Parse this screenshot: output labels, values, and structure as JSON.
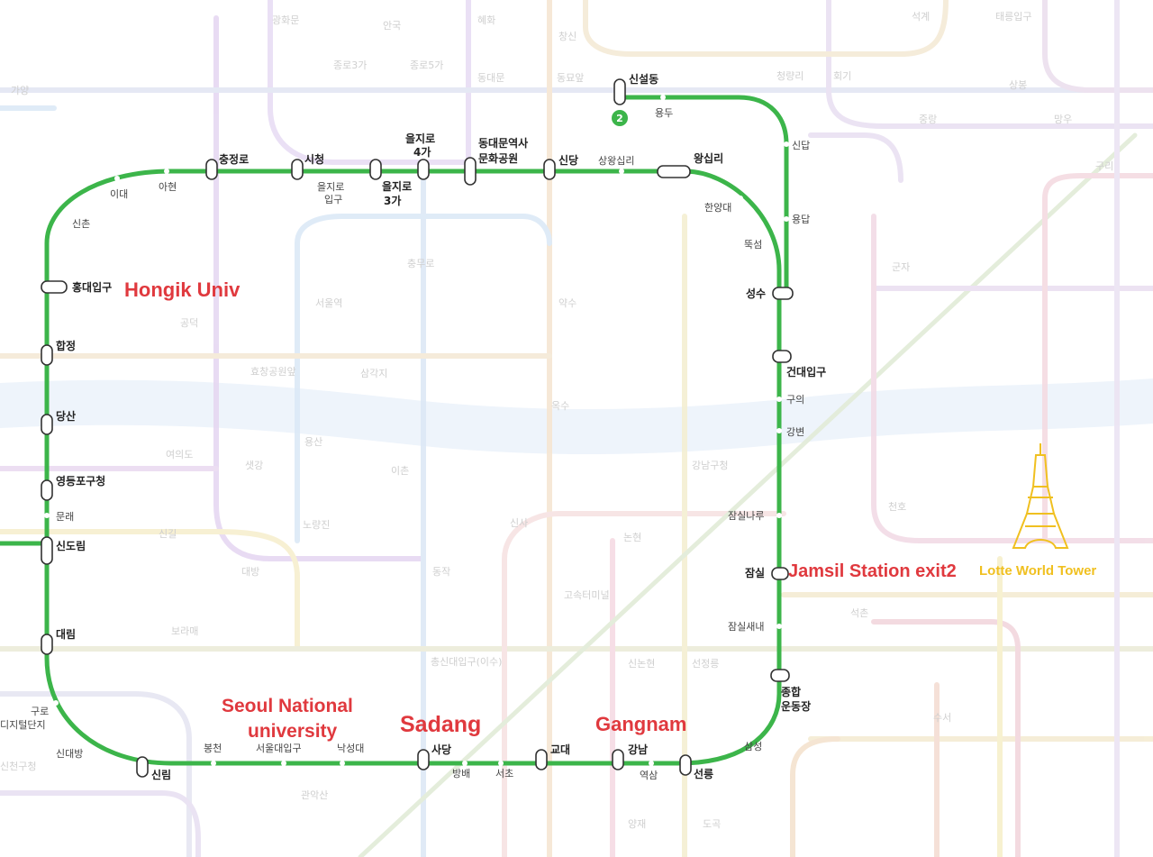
{
  "line": {
    "number": "2",
    "color": "#3cb54a"
  },
  "annotations": {
    "hongik": "Hongik Univ",
    "jamsil": "Jamsil Station exit2",
    "lotte": "Lotte World Tower",
    "snu1": "Seoul National",
    "snu2": "university",
    "sadang": "Sadang",
    "gangnam": "Gangnam",
    "red_color": "#e0393e",
    "yellow_color": "#f0c020"
  },
  "stations": {
    "sinseoldong": "신설동",
    "yongdu": "용두",
    "sindap": "신답",
    "yongdap": "용답",
    "seongsu": "성수",
    "konkuk": "건대입구",
    "guui": "구의",
    "gangbyeon": "강변",
    "jamsilnaru": "잠실나루",
    "jamsil": "잠실",
    "jamsilsaenae": "잠실새내",
    "sports1": "종합",
    "sports2": "운동장",
    "samseong": "삼성",
    "seolleung": "선릉",
    "yeoksam": "역삼",
    "gangnam": "강남",
    "gyodae": "교대",
    "seocho": "서초",
    "bangbae": "방배",
    "sadang": "사당",
    "nakseongdae": "낙성대",
    "snu": "서울대입구",
    "bongcheon": "봉천",
    "sillim": "신림",
    "sindaebang": "신대방",
    "guro1": "구로",
    "guro2": "디지털단지",
    "daerim": "대림",
    "sindorim": "신도림",
    "mullae": "문래",
    "yeongdeungpo": "영등포구청",
    "dangsan": "당산",
    "hapjeong": "합정",
    "hongdae": "홍대입구",
    "sinchon": "신촌",
    "ewha": "이대",
    "ahyeon": "아현",
    "chungjeongno": "충정로",
    "cityhall": "시청",
    "euljiro1a": "을지로",
    "euljiro1b": "입구",
    "euljiro3a": "을지로",
    "euljiro3b": "3가",
    "euljiro4a": "을지로",
    "euljiro4b": "4가",
    "ddp1": "동대문역사",
    "ddp2": "문화공원",
    "sindang": "신당",
    "sangwangsimni": "상왕십리",
    "wangsimni": "왕십리",
    "hanyang": "한양대",
    "ttukseom": "뚝섬"
  },
  "background": {
    "labels": [
      {
        "k": "a01",
        "t": "광화문"
      },
      {
        "k": "a02",
        "t": "안국"
      },
      {
        "k": "a03",
        "t": "혜화"
      },
      {
        "k": "a04",
        "t": "종로3가"
      },
      {
        "k": "a05",
        "t": "종로5가"
      },
      {
        "k": "a06",
        "t": "동대문"
      },
      {
        "k": "a07",
        "t": "동묘앞"
      },
      {
        "k": "a08",
        "t": "창신"
      },
      {
        "k": "a09",
        "t": "청량리"
      },
      {
        "k": "a10",
        "t": "회기"
      },
      {
        "k": "a11",
        "t": "석계"
      },
      {
        "k": "a12",
        "t": "태릉입구"
      },
      {
        "k": "a13",
        "t": "상봉"
      },
      {
        "k": "a14",
        "t": "망우"
      },
      {
        "k": "a15",
        "t": "중랑"
      },
      {
        "k": "a16",
        "t": "군자"
      },
      {
        "k": "a17",
        "t": "구리"
      },
      {
        "k": "a18",
        "t": "서울역"
      },
      {
        "k": "a19",
        "t": "충무로"
      },
      {
        "k": "a20",
        "t": "약수"
      },
      {
        "k": "a21",
        "t": "공덕"
      },
      {
        "k": "a22",
        "t": "삼각지"
      },
      {
        "k": "a23",
        "t": "옥수"
      },
      {
        "k": "a24",
        "t": "용산"
      },
      {
        "k": "a25",
        "t": "이촌"
      },
      {
        "k": "a26",
        "t": "강남구청"
      },
      {
        "k": "a27",
        "t": "신사"
      },
      {
        "k": "a28",
        "t": "논현"
      },
      {
        "k": "a29",
        "t": "여의도"
      },
      {
        "k": "a30",
        "t": "샛강"
      },
      {
        "k": "a31",
        "t": "노량진"
      },
      {
        "k": "a32",
        "t": "동작"
      },
      {
        "k": "a33",
        "t": "고속터미널"
      },
      {
        "k": "a34",
        "t": "신논현"
      },
      {
        "k": "a35",
        "t": "선정릉"
      },
      {
        "k": "a36",
        "t": "석촌"
      },
      {
        "k": "a37",
        "t": "수서"
      },
      {
        "k": "a38",
        "t": "총신대입구(이수)"
      },
      {
        "k": "a39",
        "t": "관악산"
      },
      {
        "k": "a40",
        "t": "신길"
      },
      {
        "k": "a41",
        "t": "대방"
      },
      {
        "k": "a42",
        "t": "보라매"
      },
      {
        "k": "a43",
        "t": "천호"
      },
      {
        "k": "a44",
        "t": "도곡"
      },
      {
        "k": "a45",
        "t": "양재"
      },
      {
        "k": "a46",
        "t": "효창공원앞"
      },
      {
        "k": "a47",
        "t": "가양"
      },
      {
        "k": "a48",
        "t": "신천구청"
      }
    ]
  }
}
